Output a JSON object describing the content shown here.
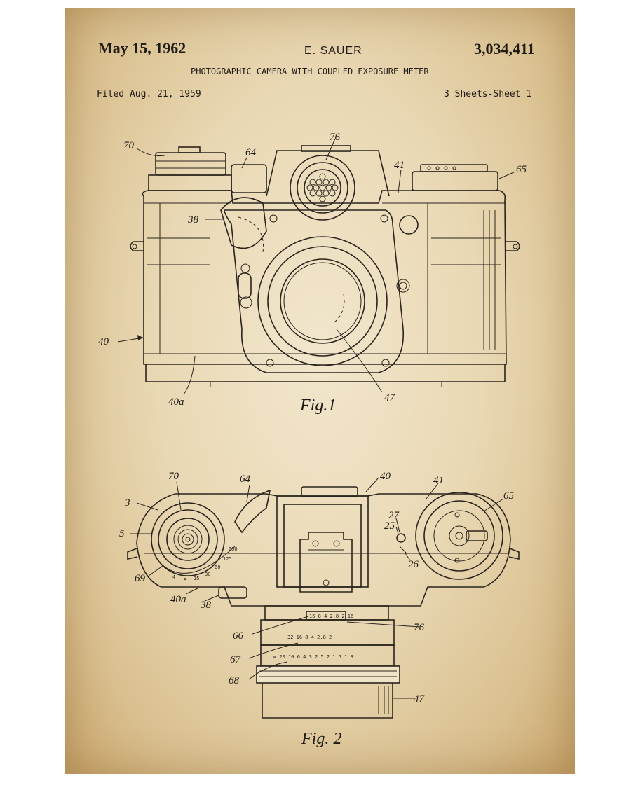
{
  "header": {
    "date": "May 15, 1962",
    "inventor": "E. SAUER",
    "patent_number": "3,034,411",
    "title": "PHOTOGRAPHIC CAMERA WITH COUPLED EXPOSURE METER",
    "filed": "Filed Aug. 21, 1959",
    "sheets": "3 Sheets-Sheet 1"
  },
  "figures": {
    "fig1_label": "Fig.1",
    "fig2_label": "Fig. 2"
  },
  "fig1_refs": {
    "r70": "70",
    "r64": "64",
    "r76": "76",
    "r41": "41",
    "r65": "65",
    "r38": "38",
    "r40": "40",
    "r40a": "40a",
    "r47": "47"
  },
  "fig2_refs": {
    "r70": "70",
    "r64": "64",
    "r40": "40",
    "r41": "41",
    "r65": "65",
    "r3": "3",
    "r5": "5",
    "r69": "69",
    "r40a": "40a",
    "r38": "38",
    "r27": "27",
    "r25": "25",
    "r26": "26",
    "r66": "66",
    "r76": "76",
    "r67": "67",
    "r68": "68",
    "r47": "47"
  },
  "dial_marks": {
    "shutter": [
      "4",
      "8",
      "15",
      "30",
      "60",
      "125",
      "250"
    ],
    "lens_scale": "32 16 8 4 2.8 2",
    "distance_scale": "∞ 20 10 6 4 3 2.5 2 1.5 1.3",
    "meter_window": "16 8 4 2.8 2 16"
  },
  "colors": {
    "paper": "#ecdcb9",
    "ink": "#2a241c"
  }
}
